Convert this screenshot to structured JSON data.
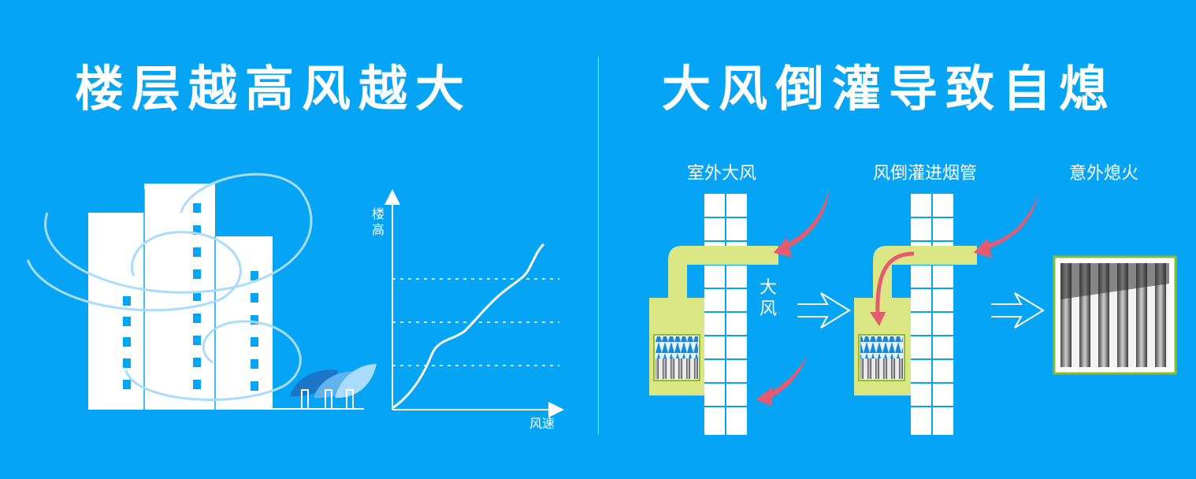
{
  "left_panel": {
    "title": "楼层越高风越大",
    "chart": {
      "y_axis_label": "楼高",
      "x_axis_label": "风速"
    }
  },
  "right_panel": {
    "title": "大风倒灌导致自熄",
    "steps": [
      {
        "label": "室外大风"
      },
      {
        "label": "风倒灌进烟管"
      },
      {
        "label": "意外熄火"
      }
    ],
    "wind_label": "大风"
  },
  "colors": {
    "background": "#06a4f5",
    "heater_box": "#d9e683",
    "wind_arrow": "#e45a6e",
    "burner_frame": "#8dbe2e"
  }
}
